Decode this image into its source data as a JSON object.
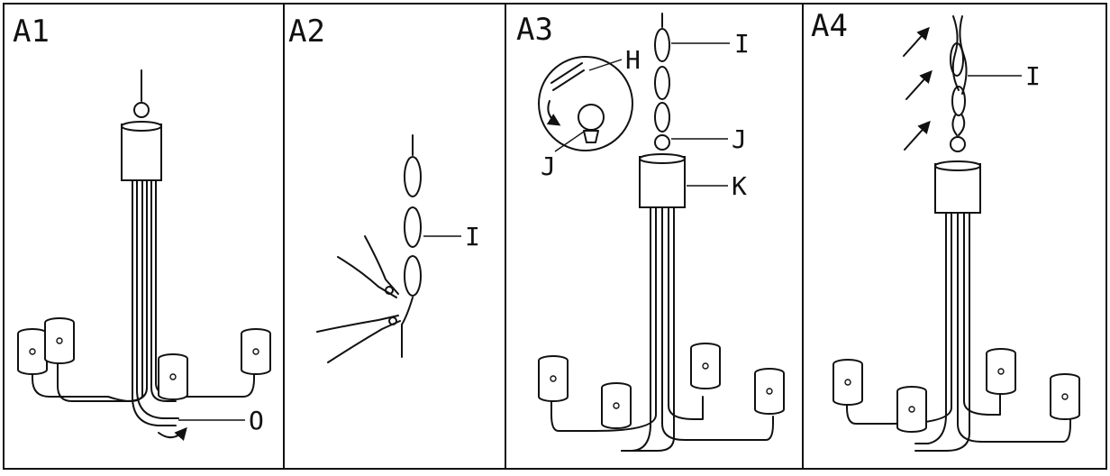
{
  "figure": {
    "panels": [
      {
        "label": "A1",
        "callouts": [
          "O"
        ]
      },
      {
        "label": "A2",
        "callouts": [
          "I"
        ]
      },
      {
        "label": "A3",
        "callouts": [
          "I",
          "H",
          "J",
          "J",
          "K"
        ]
      },
      {
        "label": "A4",
        "callouts": [
          "I"
        ]
      }
    ],
    "colors": {
      "line": "#111111",
      "background": "#ffffff"
    }
  }
}
